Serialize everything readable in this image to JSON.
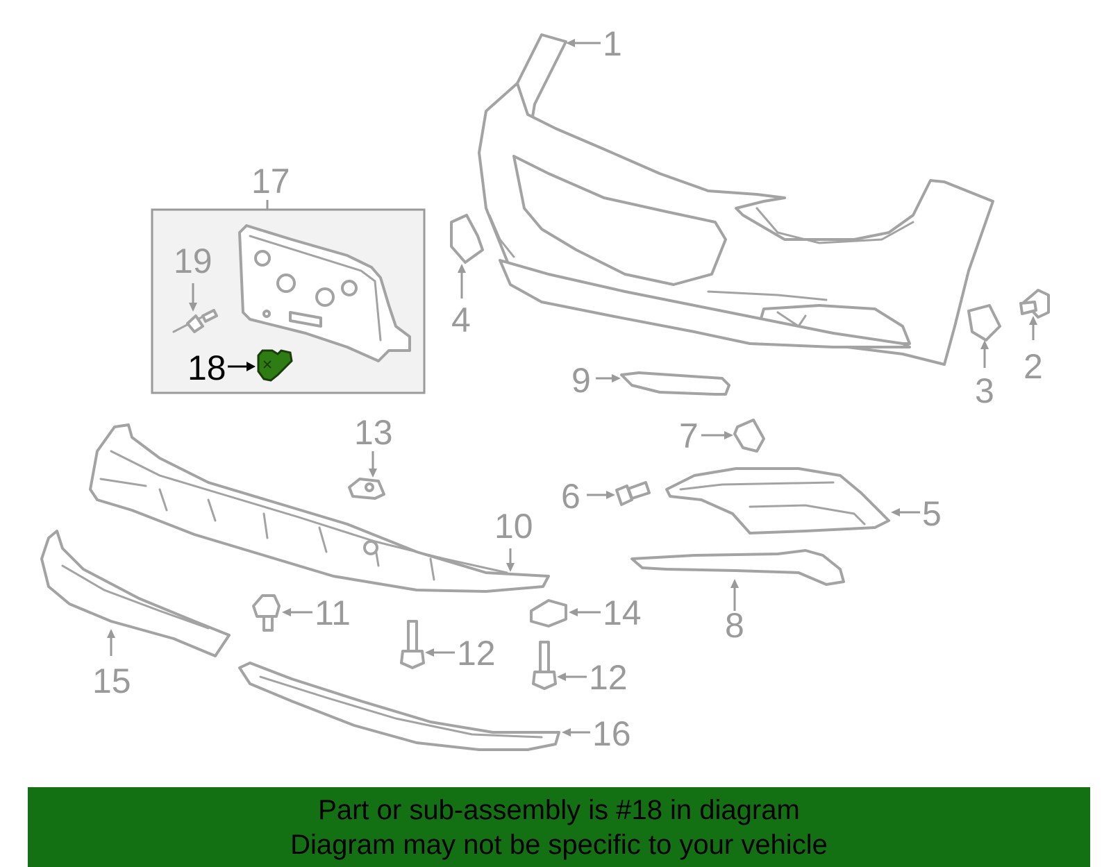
{
  "diagram": {
    "highlight_color": "#2e7d12",
    "callouts": {
      "c1": "1",
      "c2": "2",
      "c3": "3",
      "c4": "4",
      "c5": "5",
      "c6": "6",
      "c7": "7",
      "c8": "8",
      "c9": "9",
      "c10": "10",
      "c11": "11",
      "c12a": "12",
      "c12b": "12",
      "c13": "13",
      "c14": "14",
      "c15": "15",
      "c16": "16",
      "c17": "17",
      "c18": "18",
      "c19": "19"
    }
  },
  "banner": {
    "background": "#137013",
    "line1": "Part or sub-assembly is #18 in diagram",
    "line2": "Diagram may not be specific to your vehicle"
  }
}
